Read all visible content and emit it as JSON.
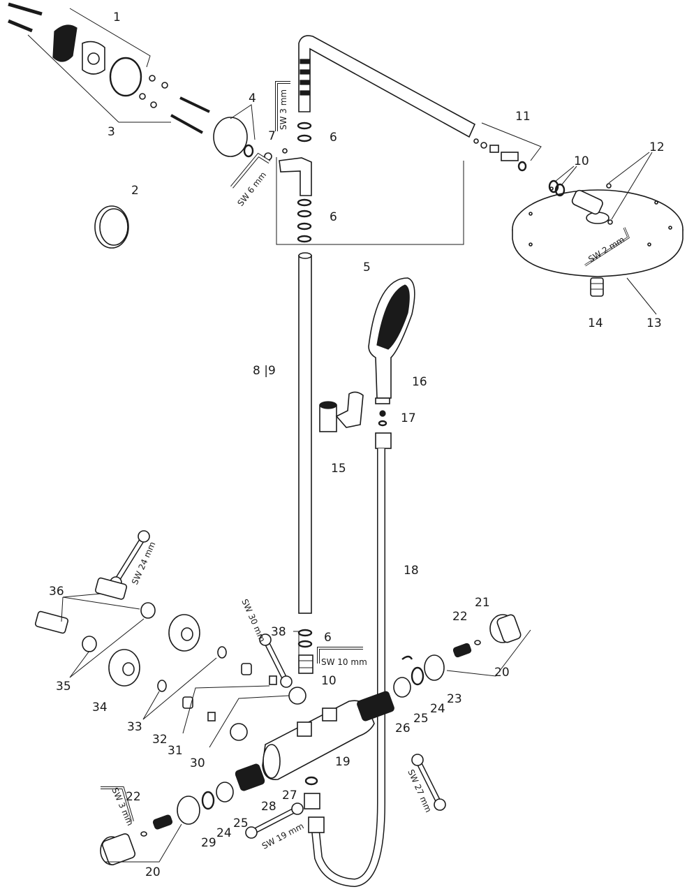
{
  "callouts": {
    "c1": "1",
    "c2": "2",
    "c3": "3",
    "c4": "4",
    "c5": "5",
    "c6a": "6",
    "c6b": "6",
    "c6c": "6",
    "c7": "7",
    "c8_9": "8 |9",
    "c10a": "10",
    "c10b": "10",
    "c11": "11",
    "c12": "12",
    "c13": "13",
    "c14": "14",
    "c15": "15",
    "c16": "16",
    "c17": "17",
    "c18": "18",
    "c19": "19",
    "c20a": "20",
    "c20b": "20",
    "c21": "21",
    "c22a": "22",
    "c22b": "22",
    "c23": "23",
    "c24a": "24",
    "c24b": "24",
    "c25a": "25",
    "c25b": "25",
    "c26": "26",
    "c27": "27",
    "c28": "28",
    "c29": "29",
    "c30": "30",
    "c31": "31",
    "c32": "32",
    "c33": "33",
    "c34": "34",
    "c35": "35",
    "c36": "36",
    "c38": "38"
  },
  "tools": {
    "sw3_top": "SW 3 mm",
    "sw6": "SW 6 mm",
    "sw2": "SW 2 mm",
    "sw24": "SW 24 mm",
    "sw30": "SW 30 mm",
    "sw10": "SW 10 mm",
    "sw27": "SW 27 mm",
    "sw3_bottom": "SW 3 mm",
    "sw19": "SW 19 mm"
  }
}
